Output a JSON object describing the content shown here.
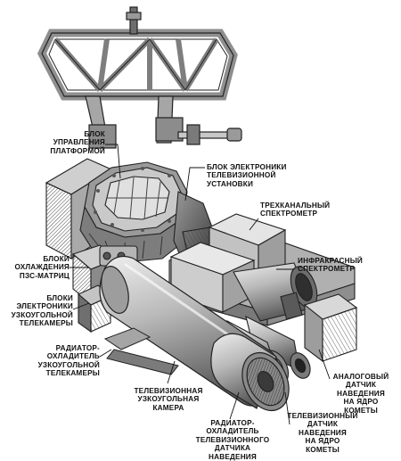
{
  "labels": {
    "platform_control": "БЛОК\nУПРАВЛЕНИЯ\nПЛАТФОРМОЙ",
    "tv_electronics": "БЛОК ЭЛЕКТРОНИКИ\nТЕЛЕВИЗИОННОЙ\nУСТАНОВКИ",
    "three_channel_spectrometer": "ТРЕХКАНАЛЬНЫЙ\nСПЕКТРОМЕТР",
    "ir_spectrometer": "ИНФРАКРАСНЫЙ\nСПЕКТРОМЕТР",
    "ccd_cooling": "БЛОКИ\nОХЛАЖДЕНИЯ\nПЗС-МАТРИЦ",
    "narrow_camera_electronics": "БЛОКИ\nЭЛЕКТРОНИКИ\nУЗКОУГОЛЬНОЙ\nТЕЛЕКАМЕРЫ",
    "narrow_camera_radiator": "РАДИАТОР-\nОХЛАДИТЕЛЬ\nУЗКОУГОЛЬНОЙ\nТЕЛЕКАМЕРЫ",
    "narrow_tv_camera": "ТЕЛЕВИЗИОННАЯ\nУЗКОУГОЛЬНАЯ\nКАМЕРА",
    "tv_sensor_radiator": "РАДИАТОР-\nОХЛАДИТЕЛЬ\nТЕЛЕВИЗИОННОГО\nДАТЧИКА\nНАВЕДЕНИЯ",
    "tv_nucleus_sensor": "ТЕЛЕВИЗИОННЫЙ\nДАТЧИК\nНАВЕДЕНИЯ\nНА ЯДРО\nКОМЕТЫ",
    "analog_nucleus_sensor": "АНАЛОГОВЫЙ\nДАТЧИК\nНАВЕДЕНИЯ\nНА ЯДРО\nКОМЕТЫ"
  }
}
